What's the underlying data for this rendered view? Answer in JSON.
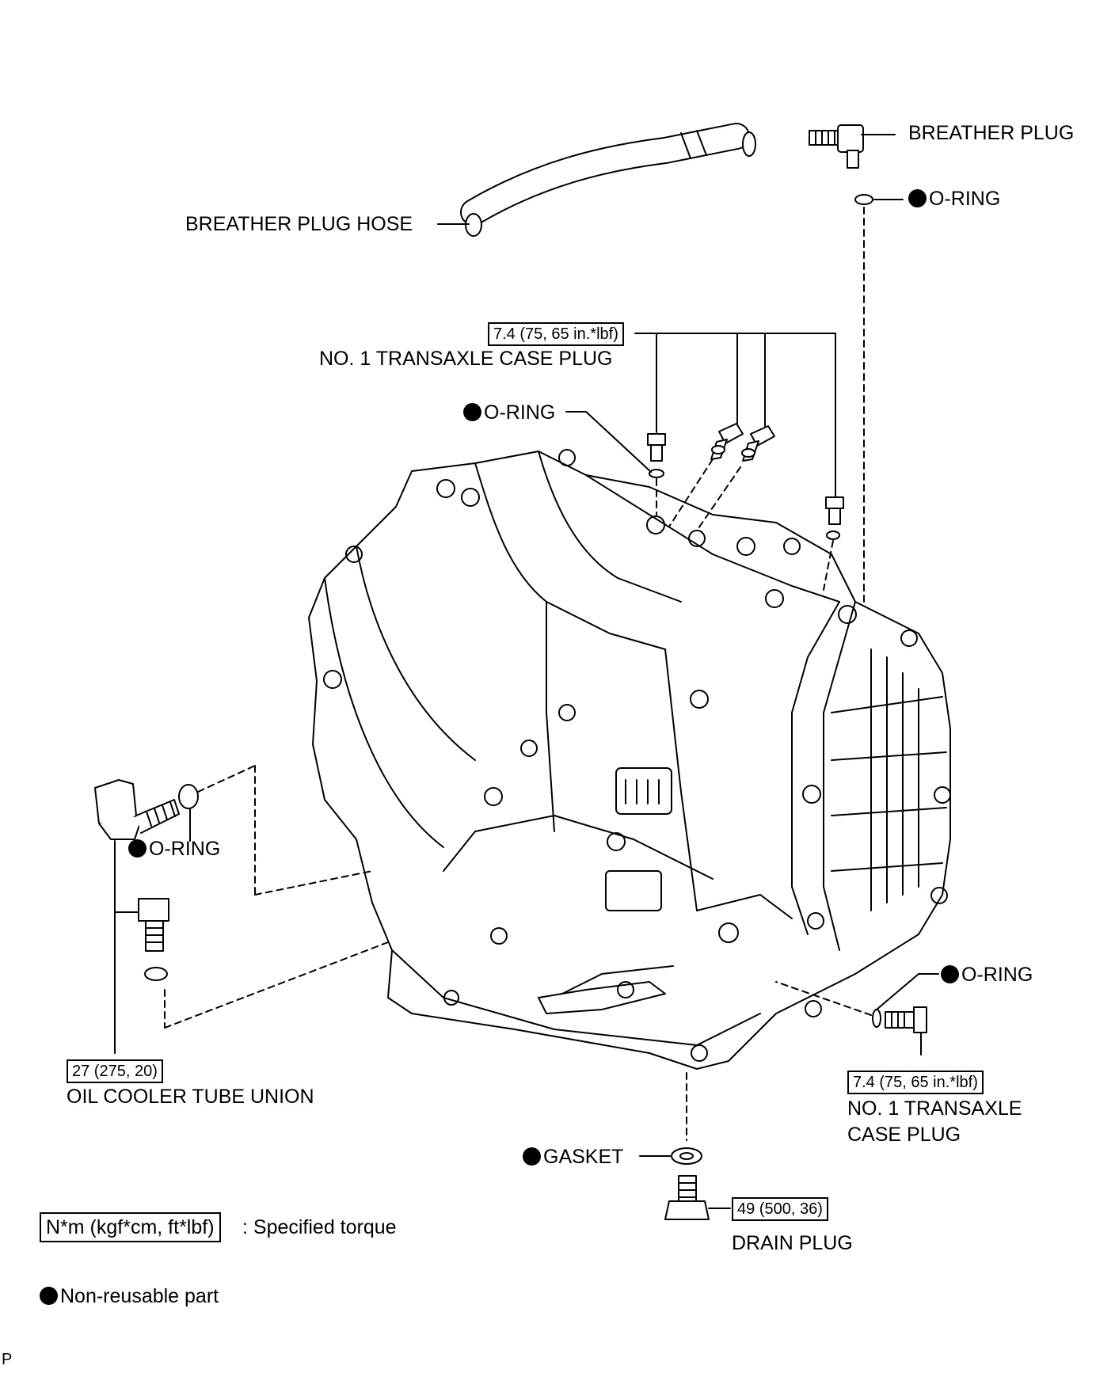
{
  "labels": {
    "breather_plug": "BREATHER PLUG",
    "o_ring_top": "O-RING",
    "breather_plug_hose": "BREATHER PLUG HOSE",
    "case_plug_top": "NO. 1 TRANSAXLE CASE PLUG",
    "o_ring_mid": "O-RING",
    "o_ring_left": "O-RING",
    "oil_cooler_tube_union": "OIL COOLER TUBE UNION",
    "o_ring_right": "O-RING",
    "case_plug_right_line1": "NO. 1 TRANSAXLE",
    "case_plug_right_line2": "CASE PLUG",
    "gasket": "GASKET",
    "drain_plug": "DRAIN PLUG"
  },
  "torque": {
    "case_plug_top": "7.4 (75, 65 in.*lbf)",
    "oil_cooler": "27 (275, 20)",
    "case_plug_right": "7.4 (75, 65 in.*lbf)",
    "drain_plug": "49 (500, 36)"
  },
  "legend": {
    "torque_box": "N*m (kgf*cm, ft*lbf)",
    "torque_desc": ": Specified torque",
    "non_reusable": "Non-reusable part"
  },
  "corner_mark": "P"
}
